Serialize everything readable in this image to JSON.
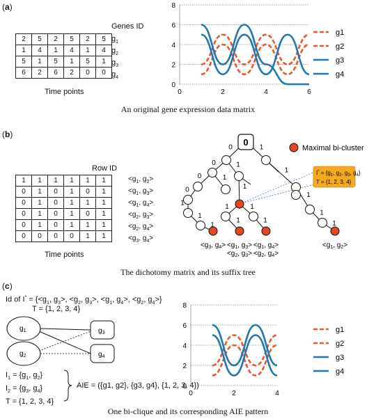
{
  "panel_a": {
    "label": "a",
    "genes_id": "Genes ID",
    "time_points": "Time points",
    "caption": "An original gene expression data matrix",
    "matrix": [
      [
        "2",
        "5",
        "2",
        "5",
        "2",
        "5"
      ],
      [
        "1",
        "4",
        "1",
        "4",
        "1",
        "4"
      ],
      [
        "5",
        "1",
        "5",
        "1",
        "5",
        "1"
      ],
      [
        "6",
        "2",
        "6",
        "2",
        "0",
        "0"
      ]
    ],
    "row_labels": [
      "g1",
      "g2",
      "g3",
      "g4"
    ]
  },
  "panel_b": {
    "label": "b",
    "row_id": "Row ID",
    "time_points": "Time points",
    "caption": "The dichotomy matrix and its suffix tree",
    "matrix": [
      [
        "1",
        "1",
        "1",
        "1",
        "1",
        "1"
      ],
      [
        "0",
        "1",
        "0",
        "1",
        "0",
        "1"
      ],
      [
        "0",
        "1",
        "0",
        "1",
        "1",
        "1"
      ],
      [
        "0",
        "1",
        "0",
        "1",
        "0",
        "1"
      ],
      [
        "0",
        "1",
        "0",
        "1",
        "1",
        "1"
      ],
      [
        "0",
        "0",
        "0",
        "0",
        "1",
        "1"
      ]
    ],
    "row_labels": [
      [
        "<g",
        "1",
        ", g",
        "2",
        ">"
      ],
      [
        "<g",
        "1",
        ", g",
        "3",
        ">"
      ],
      [
        "<g",
        "1",
        ", g",
        "4",
        ">"
      ],
      [
        "<g",
        "2",
        ", g",
        "3",
        ">"
      ],
      [
        "<g",
        "2",
        ", g",
        "4",
        ">"
      ],
      [
        "<g",
        "3",
        ", g",
        "4",
        ">"
      ]
    ],
    "legend": "Maximal bi-cluster",
    "root": "0",
    "edge_labels": [
      "0",
      "1",
      "0",
      "1",
      "0",
      "1",
      "0",
      "1",
      "0",
      "1",
      "1",
      "1",
      "1",
      "1",
      "1",
      "1"
    ],
    "leaf_labels": [
      [
        "<g",
        "3",
        ", g",
        "4",
        ">"
      ],
      [
        "<g",
        "1",
        ", g",
        "3",
        ">"
      ],
      [
        "<g",
        "2",
        ", g",
        "3",
        ">"
      ],
      [
        "<g",
        "1",
        ", g",
        "4",
        ">"
      ],
      [
        "<g",
        "2",
        ", g",
        "4",
        ">"
      ],
      [
        "<g",
        "1",
        ", g",
        "2",
        ">"
      ]
    ],
    "callout_I": "I* = {g1, g2, g3, g4}",
    "callout_T": "T = {1, 2, 3, 4}",
    "callout_color": "#f4a91f",
    "node_red": "#e8461e"
  },
  "panel_c": {
    "label": "c",
    "id_line": "Id of I* = {<g1, g3>, <g2, g3>, <g1, g4>, <g2, g4>}",
    "t_line": "T = {1, 2, 3, 4}",
    "nodes": [
      "g1",
      "g2",
      "g3",
      "g4"
    ],
    "i1": "I1 = {g1, g2}",
    "i2": "I2 = {g3, g4}",
    "t": "T = {1, 2, 3, 4}",
    "aie": "AIE = ({g1, g2}, {g3, g4}, {1, 2, 3, 4})",
    "caption": "One bi-clique and its corresponding AIE pattern"
  },
  "chart_data": [
    {
      "type": "line",
      "series": [
        {
          "name": "g1",
          "x": [
            1,
            2,
            3,
            4,
            5,
            6
          ],
          "values": [
            2,
            5,
            2,
            5,
            2,
            5
          ],
          "color": "#e8582a",
          "dash": true
        },
        {
          "name": "g2",
          "x": [
            1,
            2,
            3,
            4,
            5,
            6
          ],
          "values": [
            1,
            4,
            1,
            4,
            1,
            4
          ],
          "color": "#e8582a",
          "dash": true
        },
        {
          "name": "g3",
          "x": [
            1,
            2,
            3,
            4,
            5,
            6
          ],
          "values": [
            5,
            1,
            5,
            1,
            5,
            1
          ],
          "color": "#1f78b4",
          "dash": false
        },
        {
          "name": "g4",
          "x": [
            1,
            2,
            3,
            4,
            5,
            6
          ],
          "values": [
            6,
            2,
            6,
            2,
            0,
            0
          ],
          "color": "#1f78b4",
          "dash": false
        }
      ],
      "xlim": [
        0,
        6
      ],
      "ylim": [
        0,
        8
      ],
      "xticks": [
        "0",
        "2",
        "4",
        "6"
      ],
      "yticks": [
        "0",
        "2",
        "4",
        "6",
        "8"
      ],
      "grid": true,
      "legend": "right"
    },
    {
      "type": "line",
      "series": [
        {
          "name": "g1",
          "x": [
            1,
            2,
            3,
            4
          ],
          "values": [
            2,
            5,
            2,
            5
          ],
          "color": "#e8582a",
          "dash": true
        },
        {
          "name": "g2",
          "x": [
            1,
            2,
            3,
            4
          ],
          "values": [
            1,
            4,
            1,
            4
          ],
          "color": "#e8582a",
          "dash": true
        },
        {
          "name": "g3",
          "x": [
            1,
            2,
            3,
            4
          ],
          "values": [
            5,
            1,
            5,
            1
          ],
          "color": "#1f78b4",
          "dash": false
        },
        {
          "name": "g4",
          "x": [
            1,
            2,
            3,
            4
          ],
          "values": [
            6,
            2,
            6,
            2
          ],
          "color": "#1f78b4",
          "dash": false
        }
      ],
      "xlim": [
        0,
        4
      ],
      "ylim": [
        0,
        8
      ],
      "xticks": [
        "0",
        "2",
        "4"
      ],
      "yticks": [
        "0",
        "2",
        "4",
        "6",
        "8"
      ],
      "grid": true,
      "legend": "right"
    }
  ]
}
